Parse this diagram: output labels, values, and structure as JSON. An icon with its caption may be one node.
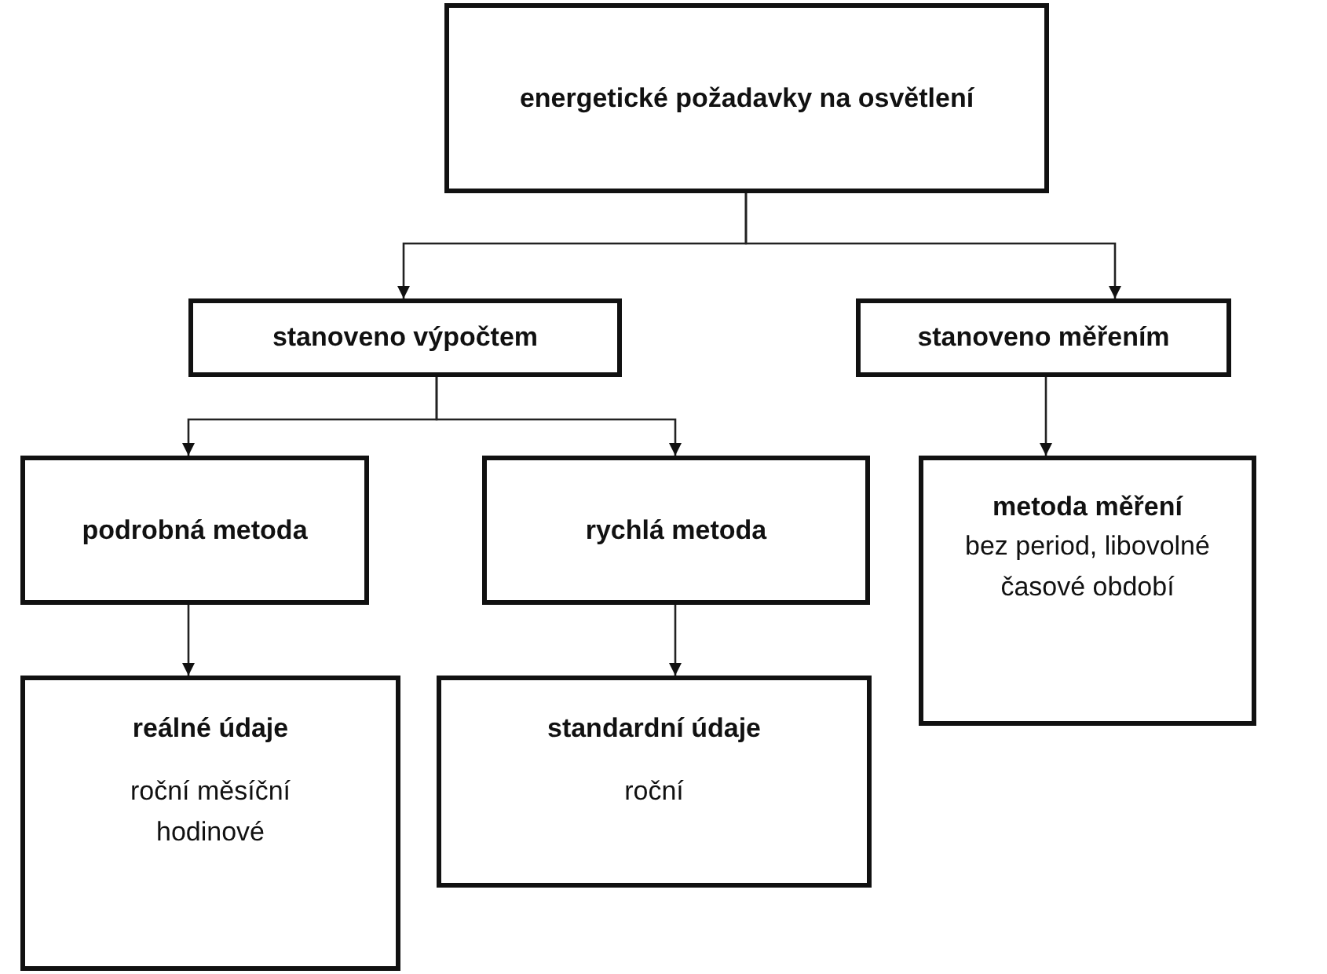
{
  "diagram": {
    "nodes": [
      {
        "text": [
          "energetické požadavky na osvětlení"
        ]
      },
      {
        "text": [
          "stanoveno výpočtem"
        ]
      },
      {
        "text": [
          "stanoveno měřením"
        ]
      },
      {
        "text": [
          "podrobná metoda"
        ]
      },
      {
        "text": [
          "rychlá metoda"
        ]
      },
      {
        "text": [
          "metoda měření",
          "bez period, libovolné časové období"
        ]
      },
      {
        "text": [
          "reálné údaje",
          "roční měsíční hodinové"
        ]
      },
      {
        "text": [
          "standardní údaje",
          "roční"
        ]
      }
    ],
    "edges": [
      {
        "from": 0,
        "to": 1,
        "arrow": "to"
      },
      {
        "from": 0,
        "to": 2,
        "arrow": "to"
      },
      {
        "from": 1,
        "to": 3,
        "arrow": "to"
      },
      {
        "from": 1,
        "to": 4,
        "arrow": "to"
      },
      {
        "from": 2,
        "to": 5,
        "arrow": "to"
      },
      {
        "from": 3,
        "to": 6,
        "arrow": "to"
      },
      {
        "from": 4,
        "to": 7,
        "arrow": "to"
      }
    ]
  }
}
